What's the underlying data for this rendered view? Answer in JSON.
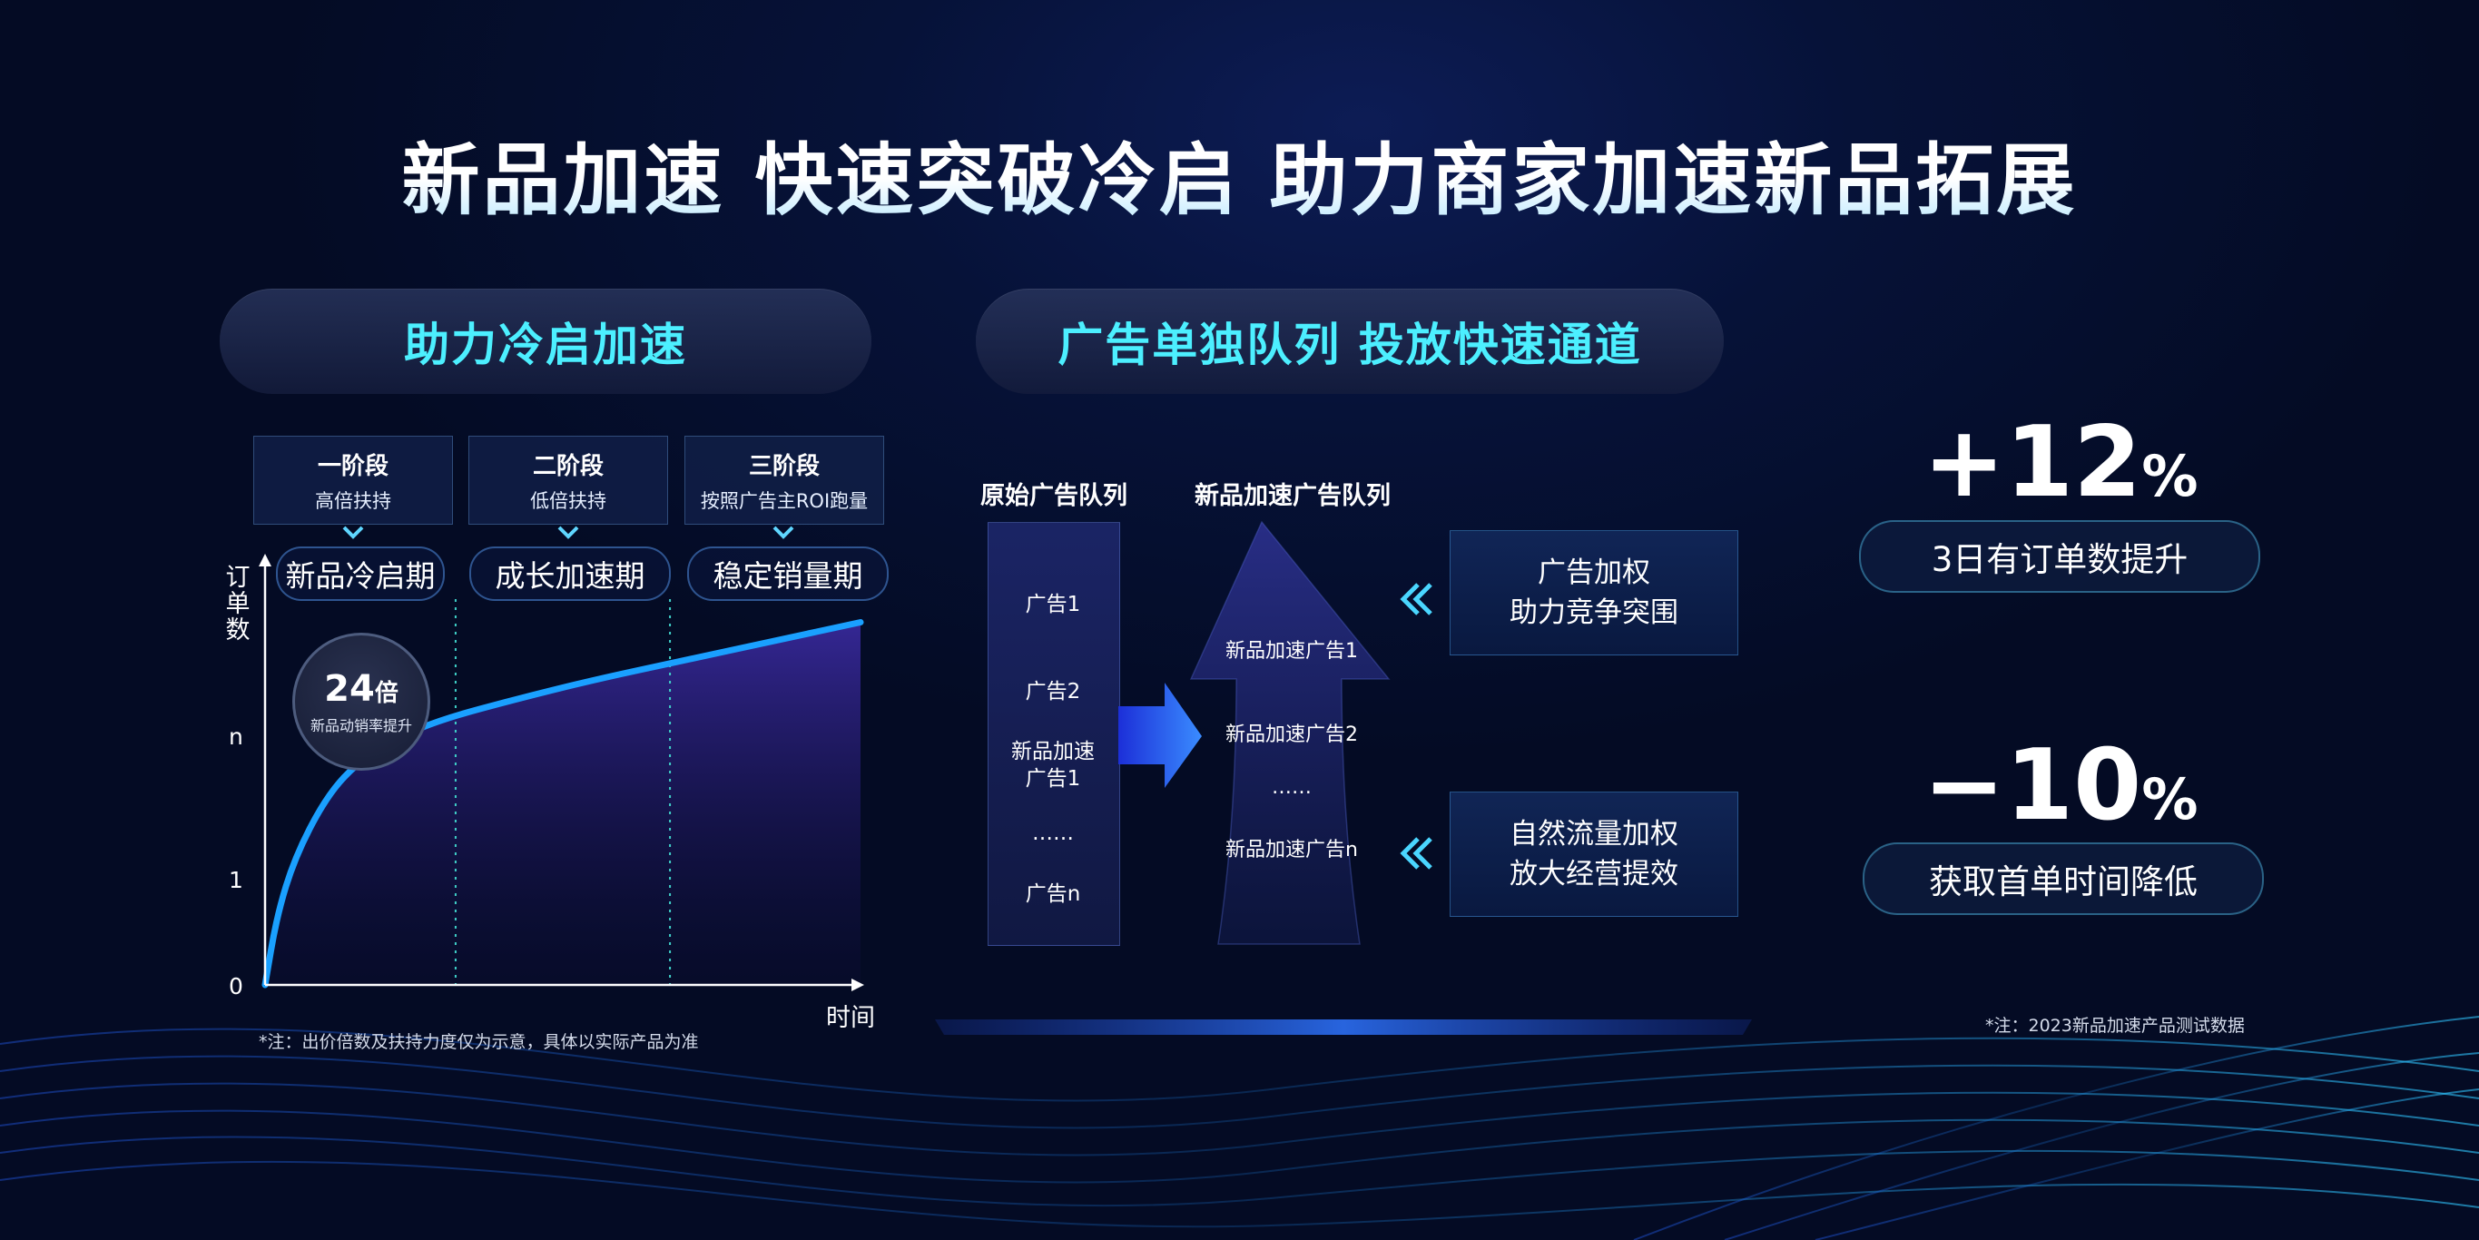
{
  "title": "新品加速  快速突破冷启  助力商家加速新品拓展",
  "left": {
    "header": "助力冷启加速",
    "stages": [
      {
        "name": "一阶段",
        "desc": "高倍扶持"
      },
      {
        "name": "二阶段",
        "desc": "低倍扶持"
      },
      {
        "name": "三阶段",
        "desc": "按照广告主ROI跑量"
      }
    ],
    "periods": [
      "新品冷启期",
      "成长加速期",
      "稳定销量期"
    ],
    "badge": {
      "value": "24",
      "unit": "倍",
      "label": "新品动销率提升"
    },
    "note": "*注：出价倍数及扶持力度仅为示意，具体以实际产品为准"
  },
  "middle": {
    "header": "广告单独队列 投放快速通道",
    "orig_title": "原始广告队列",
    "new_title": "新品加速广告队列",
    "orig_items": [
      "广告1",
      "广告2",
      "新品加速\n广告1",
      "……",
      "广告n"
    ],
    "new_items": [
      "新品加速广告1",
      "新品加速广告2",
      "……",
      "新品加速广告n"
    ],
    "features": [
      {
        "line1": "广告加权",
        "line2": "助力竞争突围"
      },
      {
        "line1": "自然流量加权",
        "line2": "放大经营提效"
      }
    ]
  },
  "right": {
    "stats": [
      {
        "value": "+12",
        "unit": "%",
        "label": "3日有订单数提升"
      },
      {
        "value": "−10",
        "unit": "%",
        "label": "获取首单时间降低"
      }
    ],
    "note": "*注：2023新品加速产品测试数据"
  },
  "chart_data": {
    "type": "area",
    "xlabel": "时间",
    "ylabel": "订单数",
    "y_ticks": [
      "0",
      "1",
      "n"
    ],
    "x": [
      0,
      0.02,
      0.05,
      0.1,
      0.15,
      0.22,
      0.3,
      0.42,
      0.55,
      0.7,
      0.85,
      1.0
    ],
    "y": [
      0,
      0.18,
      0.33,
      0.48,
      0.57,
      0.64,
      0.69,
      0.74,
      0.79,
      0.84,
      0.89,
      0.94
    ],
    "xlim": [
      0,
      1
    ],
    "ylim": [
      0,
      1
    ],
    "stage_boundaries": [
      0.32,
      0.68
    ],
    "grid": false,
    "colors": {
      "line": "#1aa0ff",
      "fill": "#3a2aa0"
    }
  },
  "colors": {
    "accent": "#4cefff",
    "title": "#ffffff"
  }
}
